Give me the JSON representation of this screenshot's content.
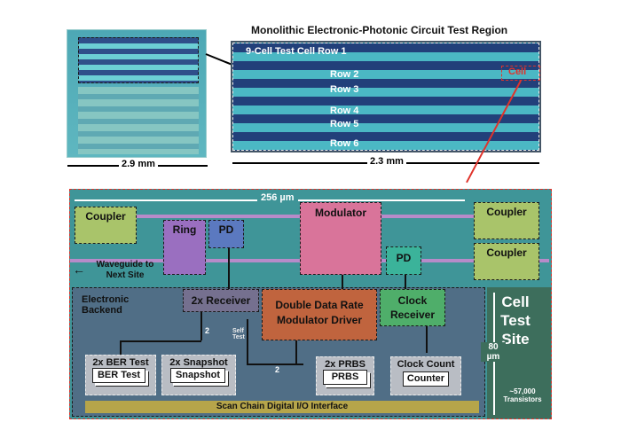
{
  "title": "Monolithic Electronic-Photonic Circuit Test Region",
  "chip": {
    "width_label": "2.9 mm"
  },
  "region": {
    "width_label": "2.3 mm",
    "rows": [
      "9-Cell Test Cell Row 1",
      "Row 2",
      "Row 3",
      "Row 4",
      "Row 5",
      "Row 6"
    ],
    "cell_label": "Cell"
  },
  "cell": {
    "width_label": "256 µm",
    "height_label": "80 µm",
    "transistors": "~57,000 Transistors",
    "site_label": "Cell Test Site",
    "coupler": "Coupler",
    "ring": "Ring",
    "pd": "PD",
    "modulator": "Modulator",
    "waveguide": "Waveguide to Next Site",
    "backend": "Electronic Backend",
    "receiver": "2x Receiver",
    "driver": "Double Data Rate Modulator Driver",
    "clock_receiver": "Clock Receiver",
    "self_test": "Self Test",
    "bus_width": "2",
    "ber_outer": "2x BER Test",
    "ber_inner": "BER Test",
    "snap_outer": "2x Snapshot",
    "snap_inner": "Snapshot",
    "prbs_outer": "2x PRBS",
    "prbs_inner": "PRBS",
    "clock_outer": "Clock Count",
    "clock_inner": "Counter",
    "scan": "Scan Chain Digital I/O Interface"
  },
  "colors": {
    "highlight": "#e0332b",
    "photonic_bg": "#3f9598",
    "backend_bg": "#506e86"
  }
}
